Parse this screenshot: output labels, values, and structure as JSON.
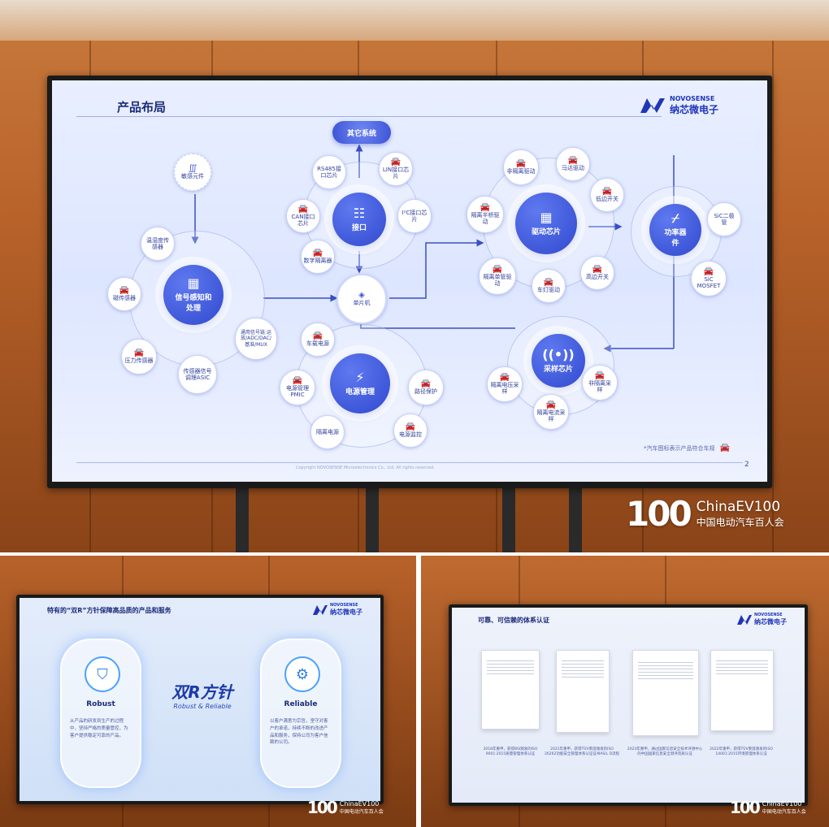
{
  "main_slide": {
    "title": "产品布局",
    "brand_en": "NOVOSENSE",
    "brand_cn": "纳芯微电子",
    "cloud": "其它系统",
    "hub": "单片机",
    "page_number": "2",
    "footnote": "*汽车图标表示产品符合车规",
    "copyright": "Copyright NOVOSENSE Microelectronics Co., Ltd. All rights reserved.",
    "sensing": {
      "center": "信号感知和处理",
      "items": [
        "敏感元件",
        "温湿度传感器",
        "磁传感器",
        "压力传感器",
        "传感器信号调理ASIC",
        "通用信号链:运放/ADC/DAC/基准/MUX"
      ]
    },
    "interface": {
      "center": "接口",
      "items": [
        "RS485接口芯片",
        "LIN接口芯片",
        "CAN接口芯片",
        "I²C接口芯片",
        "数字隔离器"
      ]
    },
    "drive": {
      "center": "驱动芯片",
      "items": [
        "非隔离驱动",
        "马达驱动",
        "隔离半桥驱动",
        "低边开关",
        "隔离单管驱动",
        "车灯驱动",
        "高边开关"
      ]
    },
    "power_device": {
      "center": "功率器件",
      "items": [
        "SiC二极管",
        "SiC MOSFET"
      ]
    },
    "power_mgmt": {
      "center": "电源管理",
      "items": [
        "车载电源",
        "电源管理PMIC",
        "路径保护",
        "隔离电源",
        "电源监控"
      ]
    },
    "sampling": {
      "center": "采样芯片",
      "items": [
        "隔离电压采样",
        "非隔离采样",
        "隔离电流采样"
      ]
    }
  },
  "left_slide": {
    "title": "特有的“双R”方针保障高品质的产品和服务",
    "brand_en": "NOVOSENSE",
    "brand_cn": "纳芯微电子",
    "robust_label": "Robust",
    "robust_text": "从产品的研发到生产的过程中，坚持严格的质量管控，为客户提供稳定可靠的产品。",
    "reliable_label": "Reliable",
    "reliable_text": "以客户满意为宗旨，坚守对客户的承诺，持续不断的改进产品和服务，保持公司为客户信赖的公司。",
    "center_cn": "双R方针",
    "center_en": "Robust & Reliable"
  },
  "right_slide": {
    "title": "可靠、可信赖的体系认证",
    "brand_en": "NOVOSENSE",
    "brand_cn": "纳芯微电子",
    "certs": [
      "2018年重申，获得BSI颁发的ISO 9001:2015质量管理体系认证",
      "2021年重申，获得TÜV莱茵颁发的ISO 26262功能安全管理体系认证证书ASIL D流程",
      "2023年重申，通过国家信息安全技术评测中心的中国国家信息安全测评资质认证",
      "2022年重申，获得TÜV莱茵颁发的ISO 14001:2015环境管理体系认证"
    ]
  },
  "watermark": {
    "number": "100",
    "en": "ChinaEV100",
    "cn": "中国电动汽车百人会"
  }
}
